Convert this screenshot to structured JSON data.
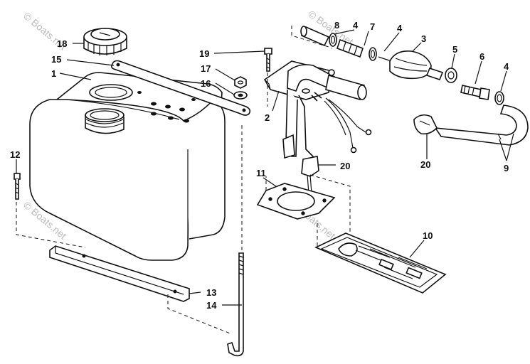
{
  "watermark": "© Boats.net",
  "callouts": [
    "1",
    "2",
    "3",
    "4",
    "5",
    "6",
    "7",
    "8",
    "9",
    "10",
    "11",
    "12",
    "13",
    "14",
    "15",
    "16",
    "17",
    "18",
    "19",
    "20"
  ],
  "labels": {
    "c1": "1",
    "c2": "2",
    "c3": "3",
    "c4a": "4",
    "c4b": "4",
    "c4c": "4",
    "c5": "5",
    "c6": "6",
    "c7": "7",
    "c8": "8",
    "c9": "9",
    "c10": "10",
    "c11": "11",
    "c12": "12",
    "c13": "13",
    "c14": "14",
    "c15": "15",
    "c16": "16",
    "c17": "17",
    "c18": "18",
    "c19": "19",
    "c20a": "20",
    "c20b": "20"
  }
}
